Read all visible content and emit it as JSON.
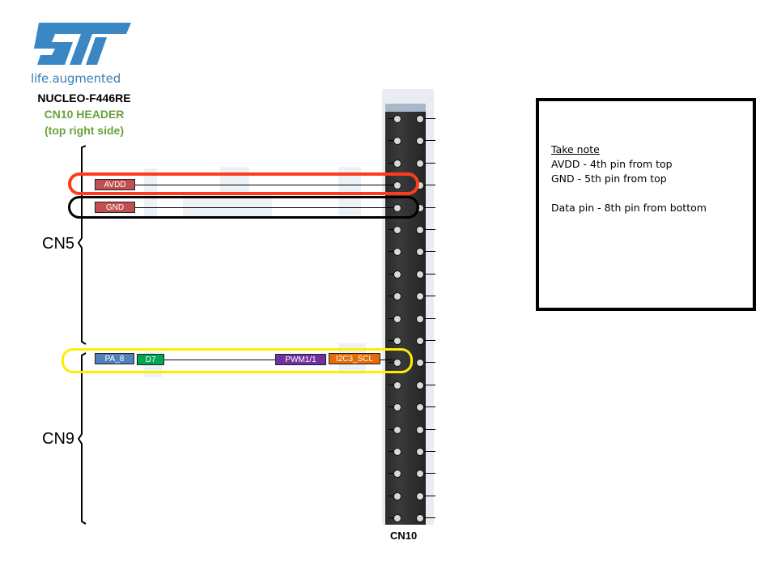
{
  "logo": {
    "tagline_left": "life",
    "tagline_dot": ".",
    "tagline_right": "augmented",
    "icon": "st-logo-icon",
    "color": "#3a87c4"
  },
  "titles": {
    "board": "NUCLEO-F446RE",
    "header": "CN10 HEADER",
    "side": "(top right side)"
  },
  "connectors": {
    "cn5": "CN5",
    "cn9": "CN9",
    "cn10": "CN10"
  },
  "pins": {
    "avdd": {
      "label": "AVDD",
      "color": "#c0504d"
    },
    "gnd": {
      "label": "GND",
      "color": "#c0504d"
    },
    "pa8": {
      "label": "PA_8",
      "color": "#4f81bd"
    },
    "d7": {
      "label": "D7",
      "color": "#00a651"
    },
    "pwm": {
      "label": "PWM1/1",
      "color": "#7030a0"
    },
    "i2c": {
      "label": "I2C3_SCL",
      "color": "#e36c09"
    }
  },
  "highlights": {
    "avdd_color": "#ff3b1f",
    "gnd_color": "#000000",
    "data_color": "#ffee00"
  },
  "note": {
    "heading": "Take note ",
    "line1": "AVDD - 4th pin from top",
    "line2": "GND - 5th pin from top",
    "line3": "Data pin - 8th pin from bottom"
  }
}
